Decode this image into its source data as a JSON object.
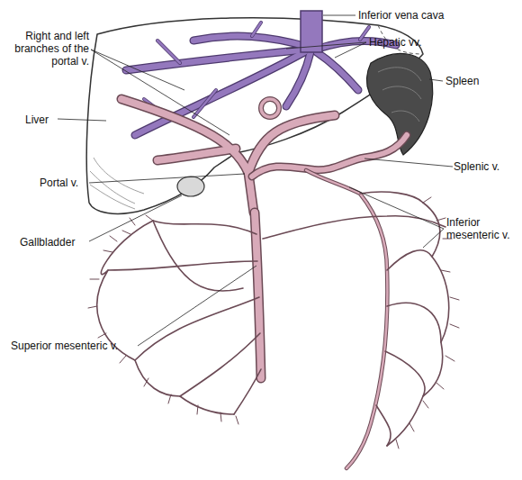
{
  "diagram": {
    "labels": [
      "Inferior vena cava",
      "Hepatic vv.",
      "Right and left branches of the portal v.",
      "Spleen",
      "Liver",
      "Portal v.",
      "Splenic v.",
      "Inferior mesenteric v.",
      "Gallbladder",
      "Superior mesenteric v."
    ]
  }
}
